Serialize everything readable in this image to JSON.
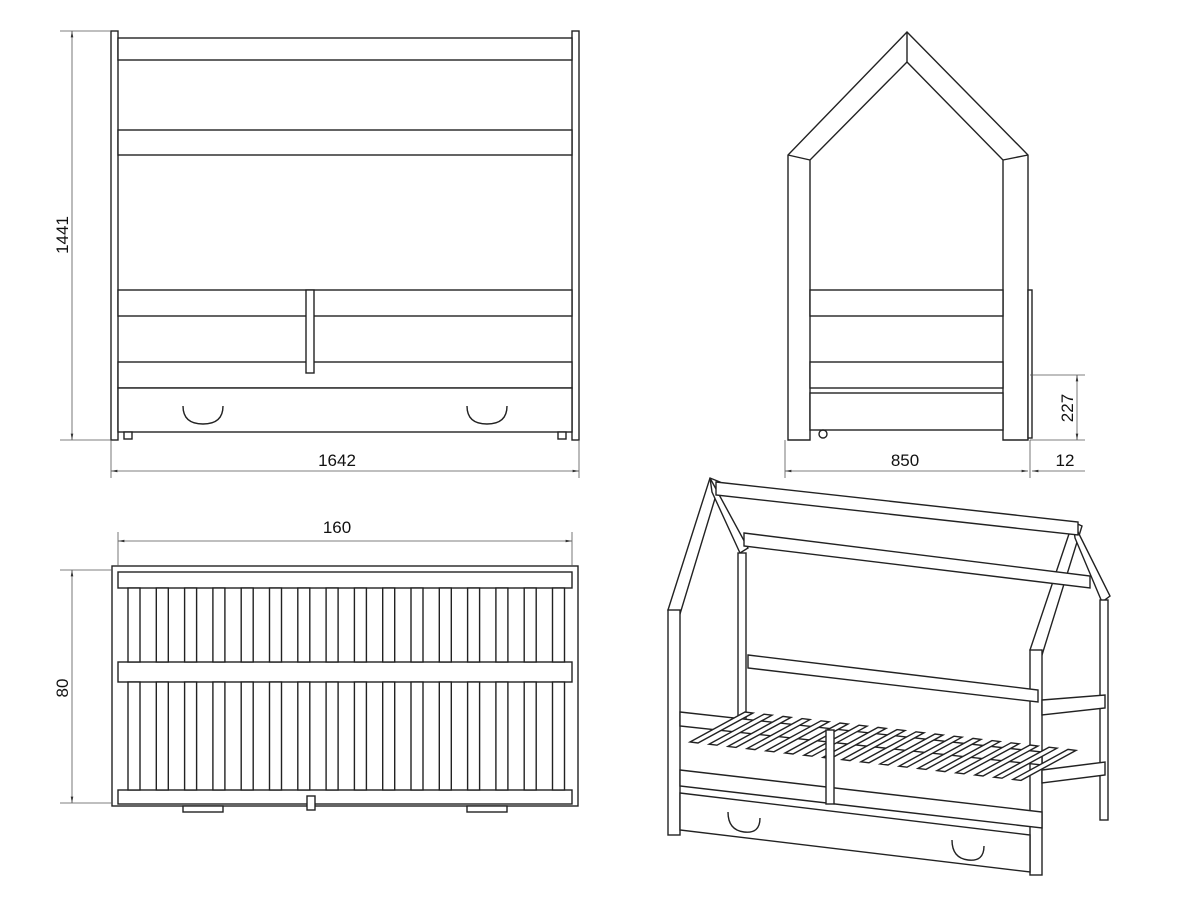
{
  "title": "House bed technical drawing",
  "dimensions": {
    "front_height": "1441",
    "front_width": "1642",
    "side_width": "850",
    "side_offset": "12",
    "drawer_height": "227",
    "top_length": "160",
    "top_width": "80"
  },
  "colors": {
    "line": "#222222",
    "dimension": "#555555",
    "background": "#ffffff"
  }
}
